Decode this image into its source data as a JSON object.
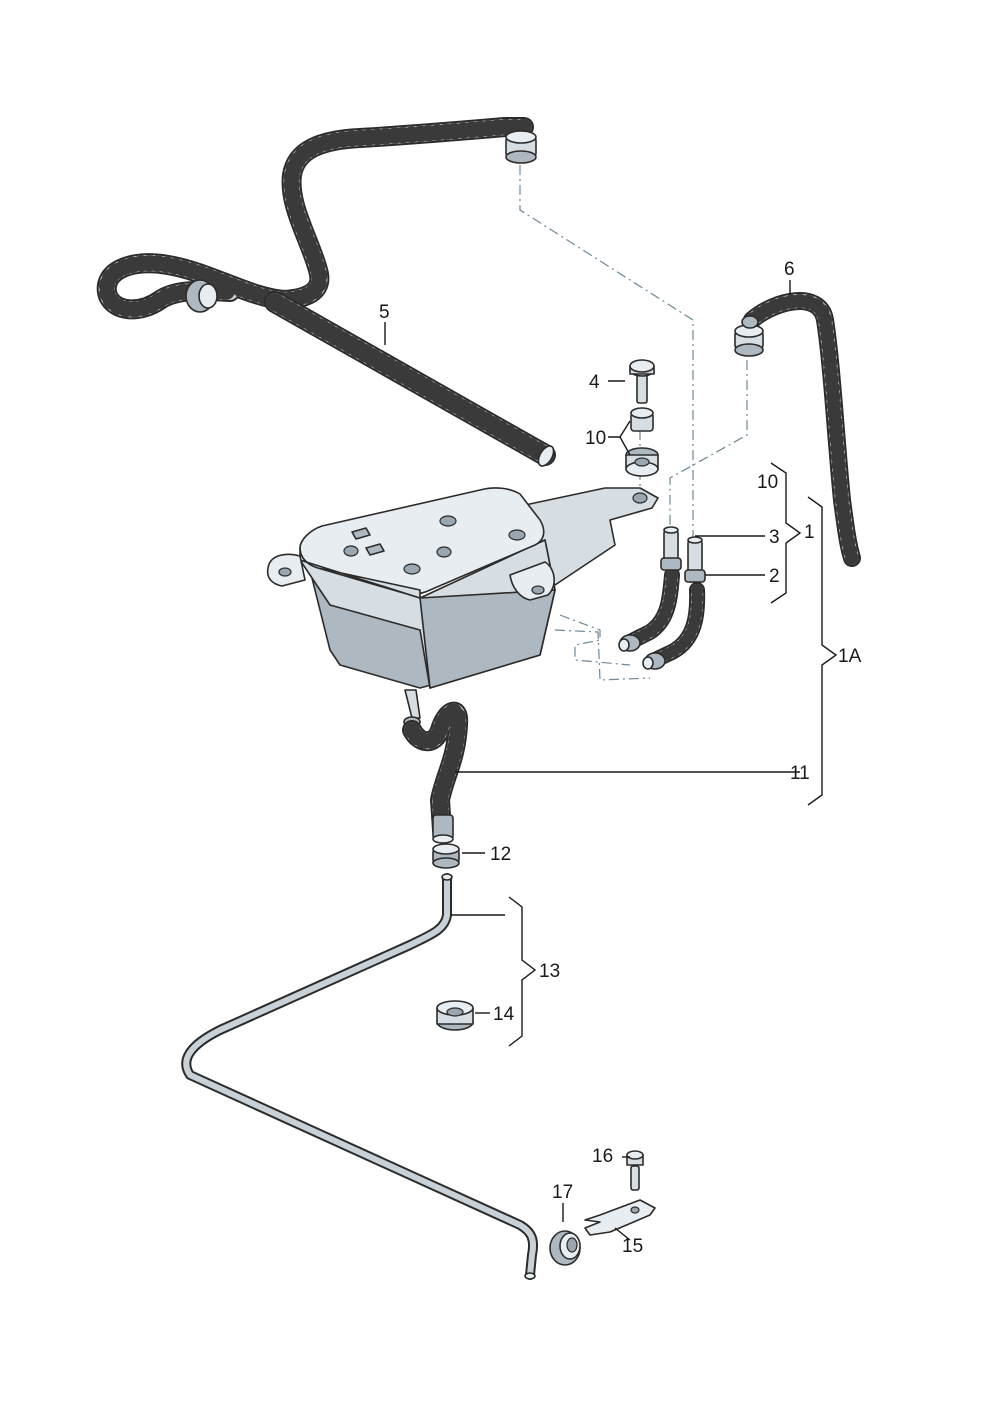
{
  "callouts": {
    "c1": "1",
    "c1A": "1A",
    "c2": "2",
    "c3": "3",
    "c4": "4",
    "c5": "5",
    "c6": "6",
    "c10a": "10",
    "c10b": "10",
    "c11": "11",
    "c12": "12",
    "c13": "13",
    "c14": "14",
    "c15": "15",
    "c16": "16",
    "c17": "17"
  }
}
